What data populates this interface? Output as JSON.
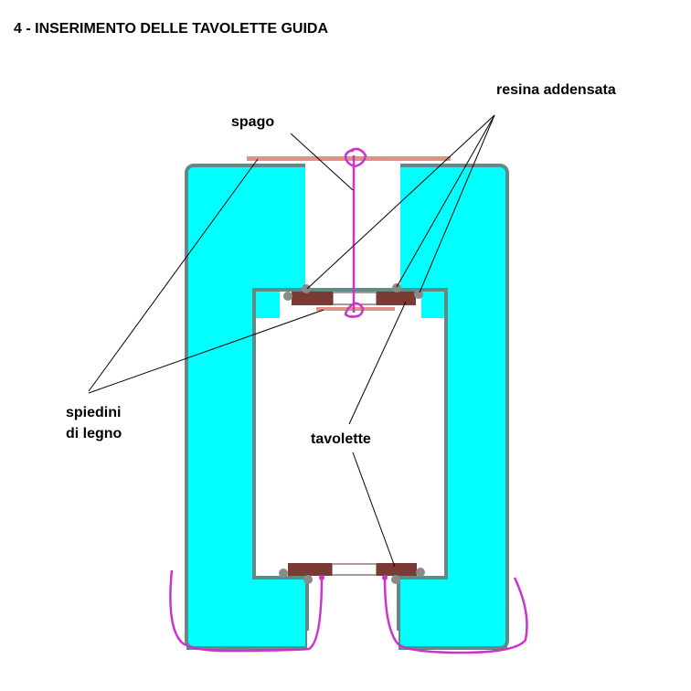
{
  "title": "4 - INSERIMENTO DELLE TAVOLETTE GUIDA",
  "labels": {
    "resina": "resina addensata",
    "spago": "spago",
    "spiedini_line1": "spiedini",
    "spiedini_line2": "di legno",
    "tavolette": "tavolette"
  },
  "colors": {
    "mold_fill": "#00ffff",
    "mold_border": "#5f8a86",
    "tablet": "#7a3b35",
    "skewer": "#e39088",
    "string": "#cc33cc",
    "resin": "#8a8a8a"
  }
}
